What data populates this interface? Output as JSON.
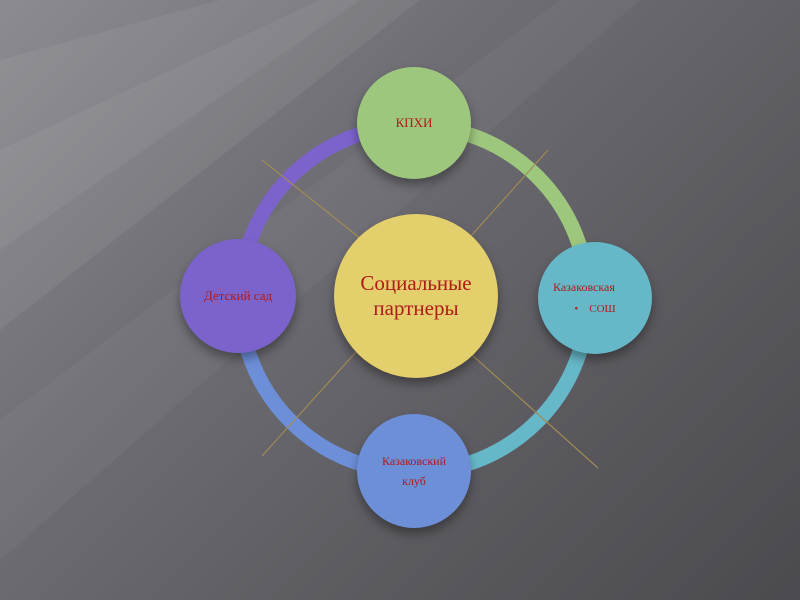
{
  "diagram": {
    "center": "Социальные партнеры",
    "top": "КПХИ",
    "left": "Детский сад",
    "right": {
      "name": "Казаковская",
      "bullet": "СОШ"
    },
    "bottom": {
      "name": "Казаковский",
      "sub": "клуб"
    }
  },
  "colors": {
    "center": "#e3cf6b",
    "top": "#9ec77e",
    "left": "#7c63cc",
    "right": "#66b8c8",
    "bottom": "#6d8fd8",
    "text": "#b01a1a",
    "connector": "#a08a55"
  }
}
